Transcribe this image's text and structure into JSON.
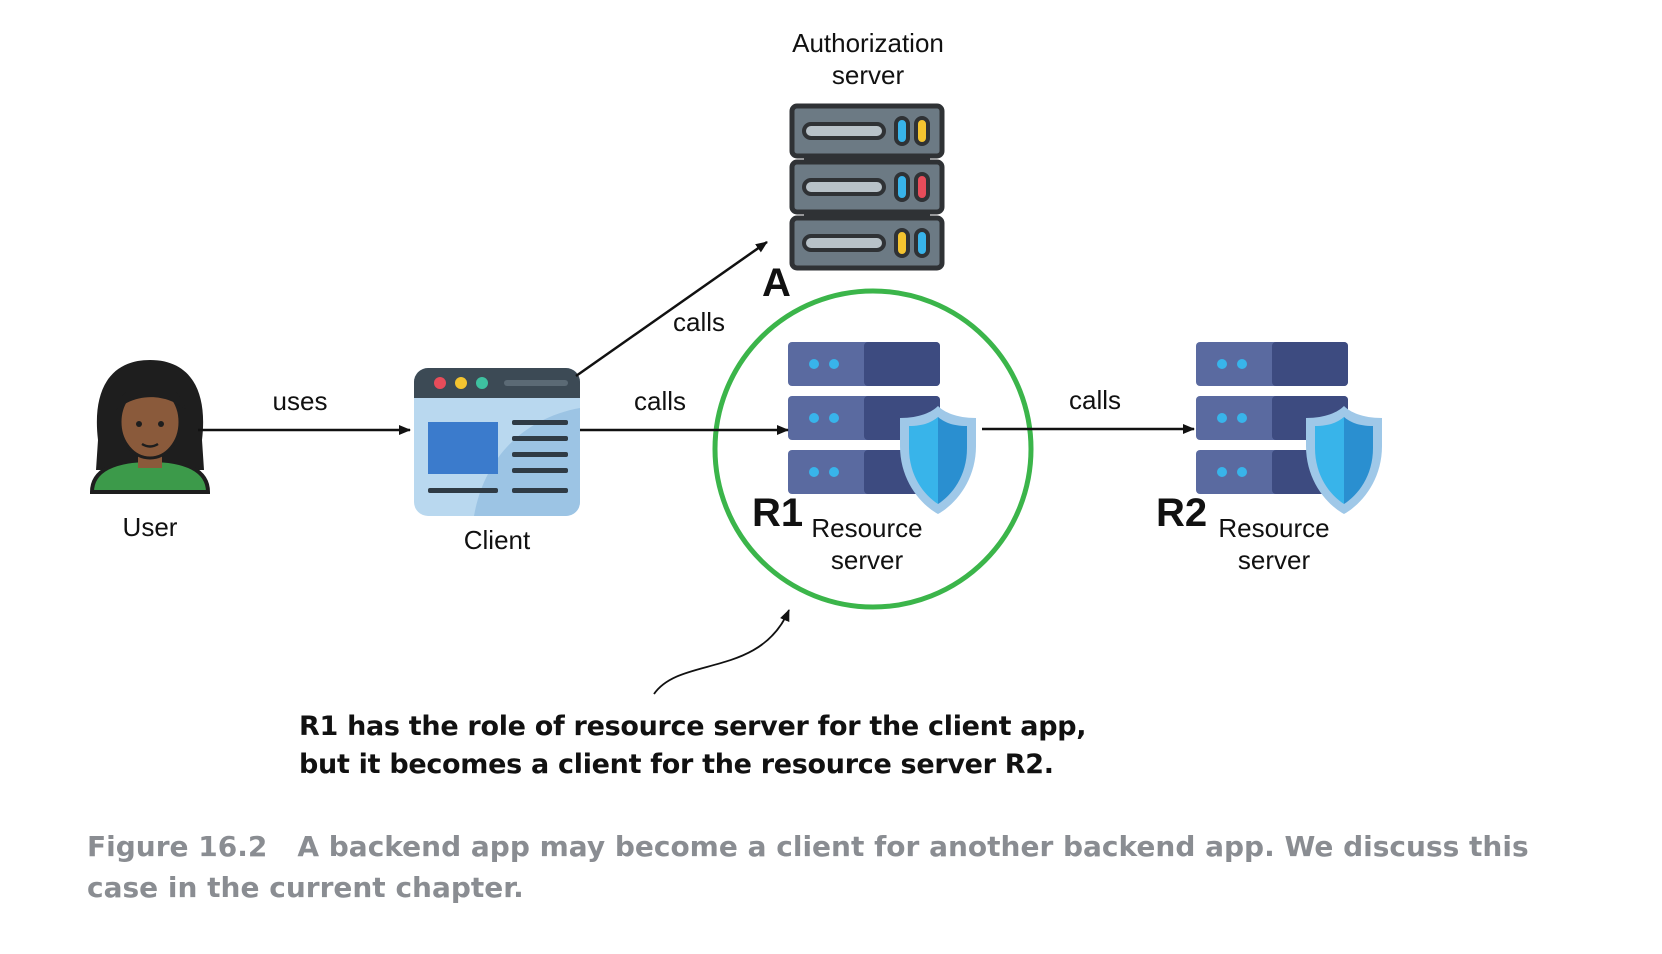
{
  "nodes": {
    "user": {
      "label": "User"
    },
    "client": {
      "label": "Client"
    },
    "auth_server": {
      "label_line1": "Authorization",
      "label_line2": "server",
      "tag": "A"
    },
    "r1": {
      "tag": "R1",
      "label_line1": "Resource",
      "label_line2": "server"
    },
    "r2": {
      "tag": "R2",
      "label_line1": "Resource",
      "label_line2": "server"
    }
  },
  "edges": {
    "user_client": "uses",
    "client_auth": "calls",
    "client_r1": "calls",
    "r1_r2": "calls"
  },
  "annotation": {
    "line1": "R1 has the role of resource server for the client app,",
    "line2": "but it becomes a client for the resource server R2."
  },
  "caption": {
    "figure_number": "Figure 16.2",
    "text": "A backend app may become a client for another backend app. We discuss this case in the current chapter."
  },
  "colors": {
    "highlight_circle": "#3bb54a",
    "server_dark": "#2f3235",
    "server_gray": "#6c7a84",
    "resource_blue": "#4a5a8f",
    "shield_blue": "#38b4ea",
    "client_window": "#b9d8ef",
    "user_skin": "#8a5a3b",
    "user_shirt": "#3c9a4a"
  }
}
